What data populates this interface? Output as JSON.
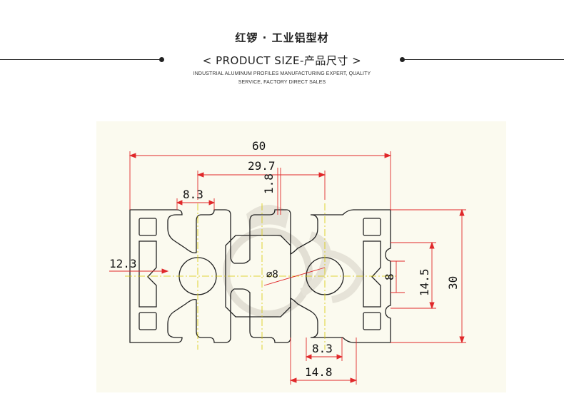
{
  "header": {
    "brand_title": "红锣 · 工业铝型材",
    "section_title": "< PRODUCT SIZE-产品尺寸 >",
    "tagline_line1": "INDUSTRIAL ALUMINUM PROFILES MANUFACTURING EXPERT, QUALITY",
    "tagline_line2": "SERVICE, FACTORY DIRECT SALES"
  },
  "drawing": {
    "dimensions": {
      "overall_width": "60",
      "slot_pitch": "29.7",
      "wall_thickness": "1.8",
      "slot_opening_top": "8.3",
      "slot_depth": "12.3",
      "center_hole": "⌀8",
      "slot_opening_side": "8",
      "slot_width_side": "14.5",
      "overall_height": "30",
      "slot_opening_bottom": "8.3",
      "slot_width_bottom": "14.8"
    },
    "colors": {
      "profile_outline": "#222222",
      "dimension_line": "#e0282a",
      "center_line": "#d8c800",
      "watermark": "#cfcabf",
      "background": "#fbfaef"
    }
  }
}
